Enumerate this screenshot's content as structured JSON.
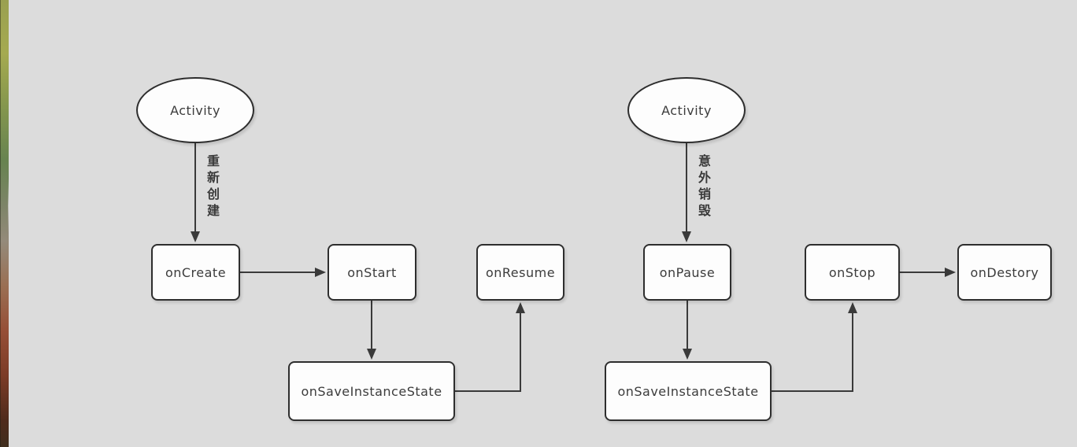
{
  "diagram": {
    "nodes": {
      "activity_left": "Activity",
      "activity_right": "Activity",
      "on_create": "onCreate",
      "on_start": "onStart",
      "on_resume": "onResume",
      "on_save_instance_state_left": "onSaveInstanceState",
      "on_pause": "onPause",
      "on_stop": "onStop",
      "on_destory": "onDestory",
      "on_save_instance_state_right": "onSaveInstanceState"
    },
    "edge_labels": {
      "recreate": "重新创建",
      "unexpected_destroy": "意外销毁"
    },
    "edges": [
      {
        "from": "activity_left",
        "to": "on_create",
        "label": "重新创建"
      },
      {
        "from": "on_create",
        "to": "on_start"
      },
      {
        "from": "on_start",
        "to": "on_save_instance_state_left"
      },
      {
        "from": "on_save_instance_state_left",
        "to": "on_resume"
      },
      {
        "from": "activity_right",
        "to": "on_pause",
        "label": "意外销毁"
      },
      {
        "from": "on_pause",
        "to": "on_save_instance_state_right"
      },
      {
        "from": "on_save_instance_state_right",
        "to": "on_stop"
      },
      {
        "from": "on_stop",
        "to": "on_destory"
      }
    ],
    "colors": {
      "background": "#dcdcdc",
      "node_fill": "#fdfdfd",
      "node_border": "#2e2e2e",
      "arrow": "#3a3a3a",
      "text": "#3c3c3c"
    }
  }
}
